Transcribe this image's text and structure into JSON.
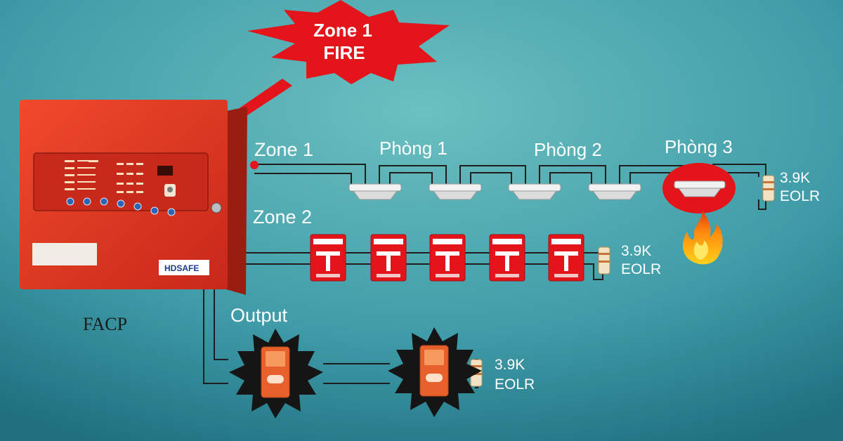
{
  "alert": {
    "line1": "Zone 1",
    "line2": "FIRE"
  },
  "panel": {
    "label": "FACP",
    "brand": "HDSAFE"
  },
  "zone1": {
    "label": "Zone 1",
    "rooms": [
      "Phòng 1",
      "Phòng 2",
      "Phòng 3"
    ]
  },
  "zone2": {
    "label": "Zone 2"
  },
  "output": {
    "label": "Output"
  },
  "eolr": {
    "zone1": {
      "value": "3.9K",
      "name": "EOLR"
    },
    "zone2": {
      "value": "3.9K",
      "name": "EOLR"
    },
    "output": {
      "value": "3.9K",
      "name": "EOLR"
    }
  },
  "colors": {
    "background": "#3f9ca8",
    "panel_red": "#e03622",
    "alarm_red": "#e3141a",
    "detector": "#eeeeee",
    "bell_burst": "#151515",
    "bell_orange": "#e8612c"
  }
}
